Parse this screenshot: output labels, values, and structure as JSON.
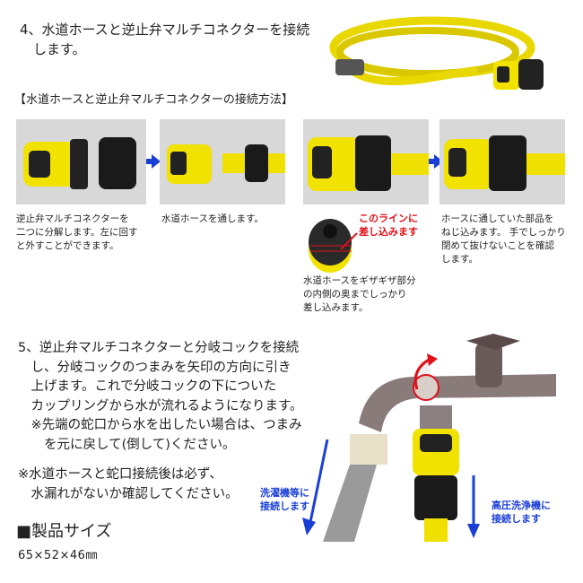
{
  "step4": {
    "text": "4、水道ホースと逆止弁マルチコネクターを接続\n　します。"
  },
  "howto": {
    "heading": "【水道ホースと逆止弁マルチコネクターの接続方法】"
  },
  "steps": [
    {
      "caption": "逆止弁マルチコネクターを\n二つに分解します。左に回す\nと外すことができます。"
    },
    {
      "caption": "水道ホースを通します。"
    },
    {
      "callout": "このラインに\n差し込みます",
      "caption": "水道ホースをギザギザ部分\nの内側の奥までしっかり\n差し込みます。"
    },
    {
      "caption": "ホースに通していた部品を\nねじ込みます。 手でしっかり\n閉めて抜けないことを確認\nします。"
    }
  ],
  "step5": {
    "text": "5、逆止弁マルチコネクターと分岐コックを接続\n　し、分岐コックのつまみを矢印の方向に引き\n　上げます。これで分岐コックの下についた\n　カップリングから水が流れるようになります。\n　※先端の蛇口から水を出したい場合は、つまみ\n　　を元に戻して(倒して)ください。"
  },
  "note": {
    "text": "※水道ホースと蛇口接続後は必ず、\n　水漏れがないか確認してください。"
  },
  "photo": {
    "left_label": "洗濯機等に\n接続します",
    "right_label": "高圧洗浄機に\n接続します"
  },
  "product_size": {
    "heading": "■製品サイズ",
    "value": "65×52×46㎜"
  },
  "colors": {
    "accent_blue": "#1a3fd6",
    "accent_red": "#e0101a",
    "product_yellow": "#f2e200"
  }
}
